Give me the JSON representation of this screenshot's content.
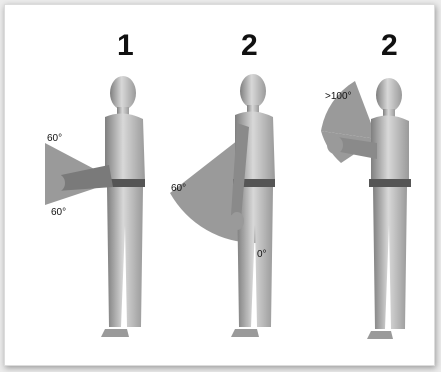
{
  "figure": {
    "panels": [
      {
        "number": "1",
        "angle_top": "60°",
        "angle_bottom": "60°"
      },
      {
        "number": "2",
        "angle_left": "60°",
        "angle_bottom": "0°"
      },
      {
        "number": "2",
        "angle_top": ">100°"
      }
    ],
    "colors": {
      "sector": "#9a9a9a",
      "body": "#cfcfcf",
      "body_shadow": "#8e8e8e",
      "belt": "#555555",
      "background": "#ffffff"
    }
  }
}
